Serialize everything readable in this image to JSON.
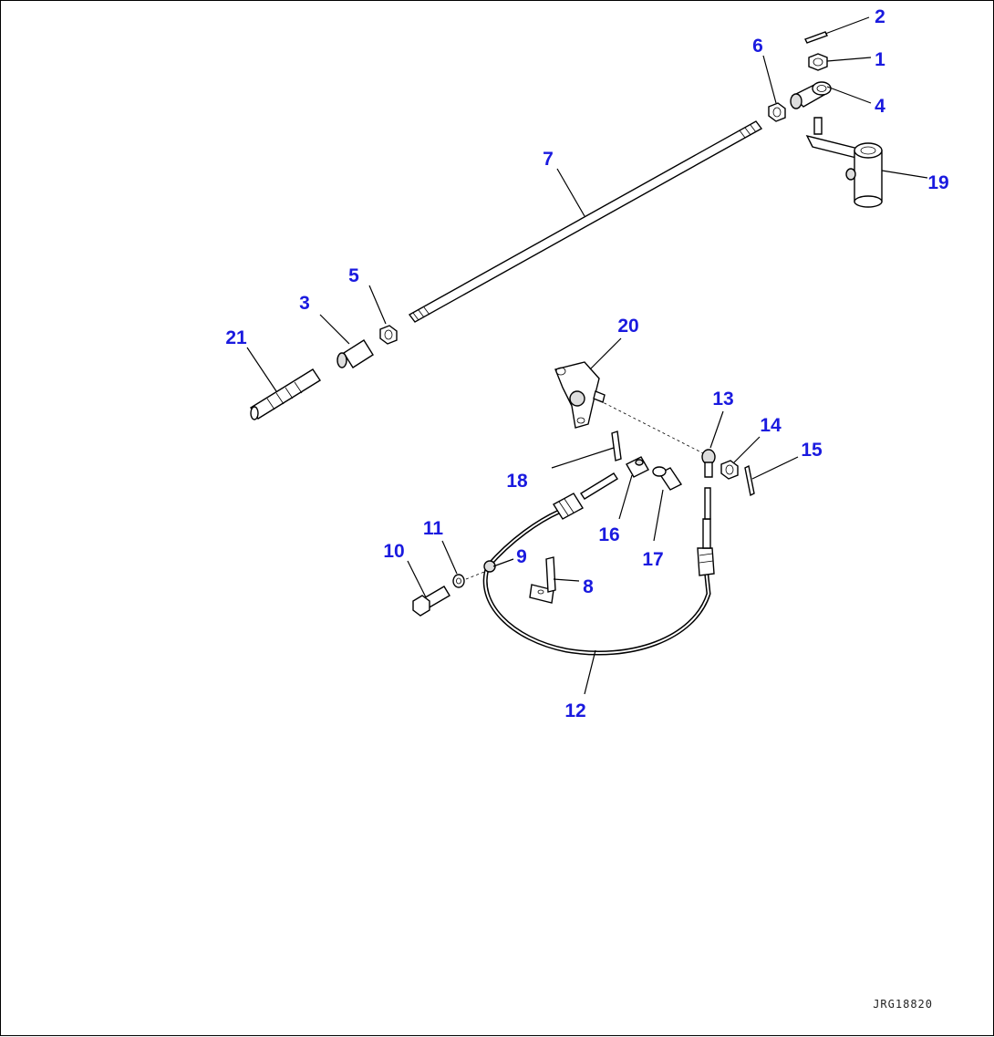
{
  "callouts": [
    {
      "id": "1",
      "label": "1"
    },
    {
      "id": "2",
      "label": "2"
    },
    {
      "id": "3",
      "label": "3"
    },
    {
      "id": "4",
      "label": "4"
    },
    {
      "id": "5",
      "label": "5"
    },
    {
      "id": "6",
      "label": "6"
    },
    {
      "id": "7",
      "label": "7"
    },
    {
      "id": "8",
      "label": "8"
    },
    {
      "id": "9",
      "label": "9"
    },
    {
      "id": "10",
      "label": "10"
    },
    {
      "id": "11",
      "label": "11"
    },
    {
      "id": "12",
      "label": "12"
    },
    {
      "id": "13",
      "label": "13"
    },
    {
      "id": "14",
      "label": "14"
    },
    {
      "id": "15",
      "label": "15"
    },
    {
      "id": "16",
      "label": "16"
    },
    {
      "id": "17",
      "label": "17"
    },
    {
      "id": "18",
      "label": "18"
    },
    {
      "id": "19",
      "label": "19"
    },
    {
      "id": "20",
      "label": "20"
    },
    {
      "id": "21",
      "label": "21"
    }
  ],
  "drawing_ref": "JRG18820",
  "colors": {
    "callout": "#1a1adf",
    "line": "#000000"
  }
}
